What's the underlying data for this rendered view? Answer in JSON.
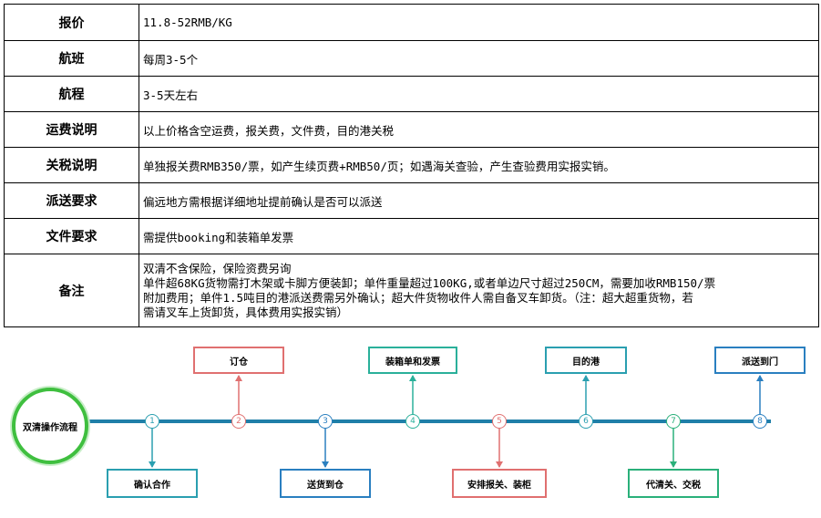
{
  "table": {
    "rows": [
      {
        "label": "报价",
        "value": "11.8-52RMB/KG"
      },
      {
        "label": "航班",
        "value": "每周3-5个"
      },
      {
        "label": "航程",
        "value": "3-5天左右"
      },
      {
        "label": "运费说明",
        "value": "以上价格含空运费，报关费，文件费，目的港关税"
      },
      {
        "label": "关税说明",
        "value": "单独报关费RMB350/票，如产生续页费+RMB50/页；如遇海关查验，产生查验费用实报实销。"
      },
      {
        "label": "派送要求",
        "value": "偏远地方需根据详细地址提前确认是否可以派送"
      },
      {
        "label": "文件要求",
        "value": "需提供booking和装箱单发票"
      }
    ],
    "note": {
      "label": "备注",
      "lines": [
        "双清不含保险，保险资费另询",
        "单件超68KG货物需打木架或卡脚方便装卸；单件重量超过100KG,或者单边尺寸超过250CM，需要加收RMB150/票",
        "附加费用；单件1.5吨目的港派送费需另外确认；超大件货物收件人需自备叉车卸货。（注：超大超重货物，若",
        "需请叉车上货卸货，具体费用实报实销）"
      ]
    }
  },
  "flow": {
    "start_label": "双清操作流程",
    "steps": [
      {
        "num": "1",
        "label": "确认合作",
        "color": "#2a9fb0"
      },
      {
        "num": "2",
        "label": "订仓",
        "color": "#e07070"
      },
      {
        "num": "3",
        "label": "送货到仓",
        "color": "#2a7fc0"
      },
      {
        "num": "4",
        "label": "装箱单和发票",
        "color": "#2ab09a"
      },
      {
        "num": "5",
        "label": "安排报关、装柜",
        "color": "#e07070"
      },
      {
        "num": "6",
        "label": "目的港",
        "color": "#2a9fb0"
      },
      {
        "num": "7",
        "label": "代清关、交税",
        "color": "#2ab07a"
      },
      {
        "num": "8",
        "label": "派送到门",
        "color": "#2a7fc0"
      }
    ]
  }
}
